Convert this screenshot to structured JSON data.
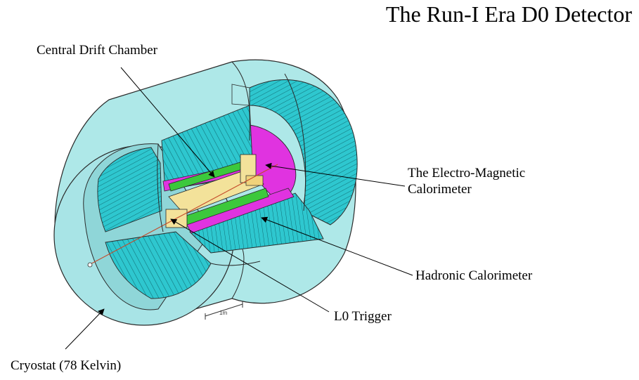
{
  "title": "The Run-I Era D0 Detector",
  "labels": {
    "central_drift_chamber": "Central Drift Chamber",
    "em_calorimeter_line1": "The Electro-Magnetic",
    "em_calorimeter_line2": "Calorimeter",
    "hadronic_calorimeter": "Hadronic Calorimeter",
    "l0_trigger": "L0 Trigger",
    "cryostat": "Cryostat (78 Kelvin)"
  },
  "scale_bar": "1m",
  "colors": {
    "cryostat": "#aee8e8",
    "cryostat_dark": "#8fd6d8",
    "calorimeter": "#2ec7cf",
    "calorimeter_dark": "#1fa9b2",
    "em_calorimeter": "#e033e0",
    "drift_chamber": "#3cc83c",
    "inner_detector": "#f3e29a",
    "outline": "#2a2a2a"
  }
}
